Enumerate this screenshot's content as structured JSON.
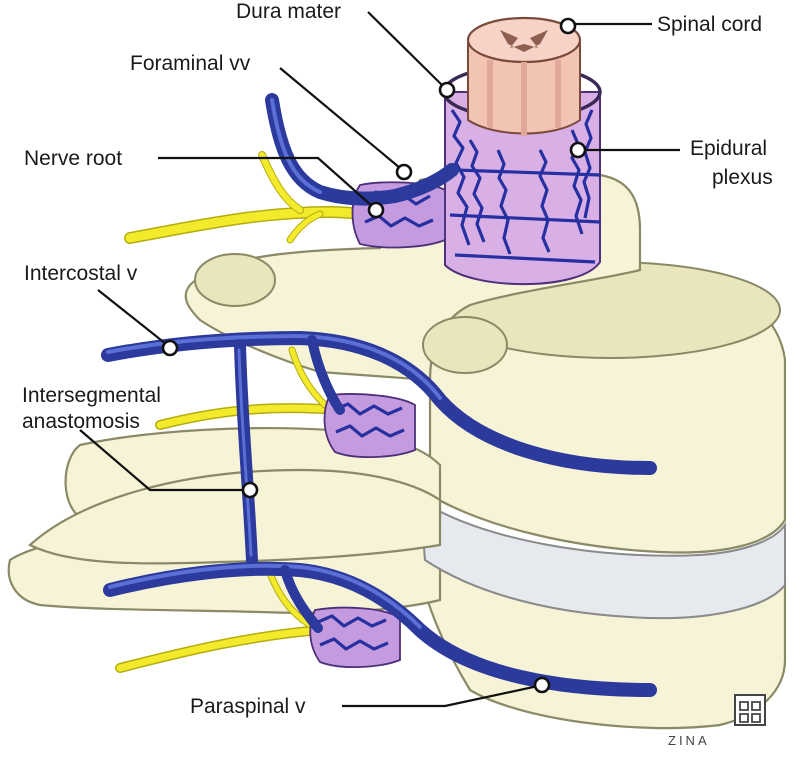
{
  "labels": {
    "dura_mater": "Dura mater",
    "spinal_cord": "Spinal cord",
    "foraminal_vv": "Foraminal vv",
    "nerve_root": "Nerve root",
    "epidural_line1": "Epidural",
    "epidural_line2": "plexus",
    "intercostal_v": "Intercostal v",
    "intersegmental_line1": "Intersegmental",
    "intersegmental_line2": "anastomosis",
    "paraspinal_v": "Paraspinal v"
  },
  "signature": "ZINA",
  "colors": {
    "bone": "#f6f3d6",
    "vein": "#2b3a9c",
    "nerve": "#f2ea2a",
    "dura": "#d9b0e6",
    "cord": "#f2c4b4",
    "disc": "#e6e9ee"
  }
}
